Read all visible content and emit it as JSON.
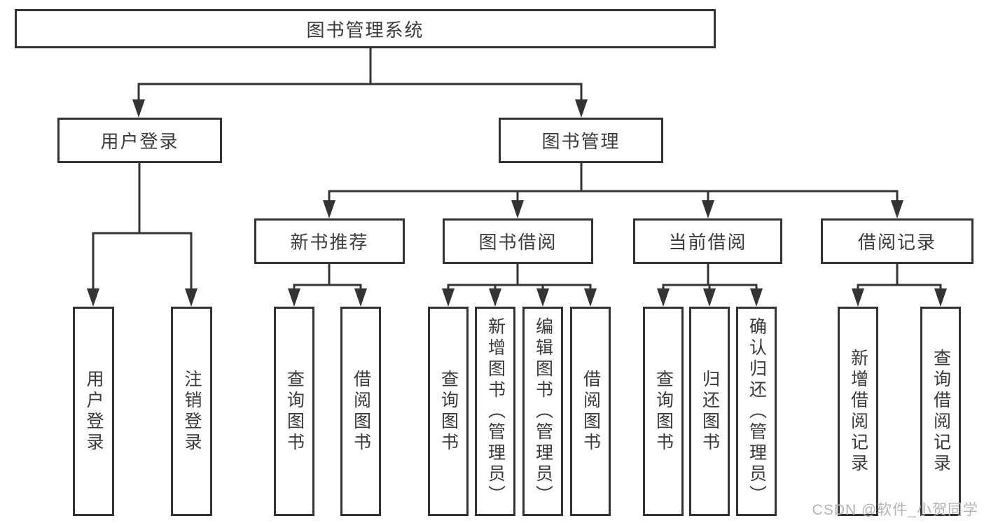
{
  "diagram": {
    "root": {
      "label": "图书管理系统"
    },
    "level2": [
      {
        "label": "用户登录"
      },
      {
        "label": "图书管理"
      }
    ],
    "level3": [
      {
        "label": "新书推荐"
      },
      {
        "label": "图书借阅"
      },
      {
        "label": "当前借阅"
      },
      {
        "label": "借阅记录"
      }
    ],
    "leaves": {
      "user_login": [
        "用户登录",
        "注销登录"
      ],
      "new_books": [
        "查询图书",
        "借阅图书"
      ],
      "book_borrow": [
        "查询图书",
        "新增图书（管理员）",
        "编辑图书（管理员）",
        "借阅图书"
      ],
      "current_borrow": [
        "查询图书",
        "归还图书",
        "确认归还（管理员）"
      ],
      "borrow_records": [
        "新增借阅记录",
        "查询借阅记录"
      ]
    }
  },
  "watermark": "CSDN @软件_小贺同学",
  "colors": {
    "line": "#333333",
    "border": "#333333",
    "text": "#3a3a3a",
    "watermark": "#b5b5b5",
    "background": "#ffffff"
  }
}
